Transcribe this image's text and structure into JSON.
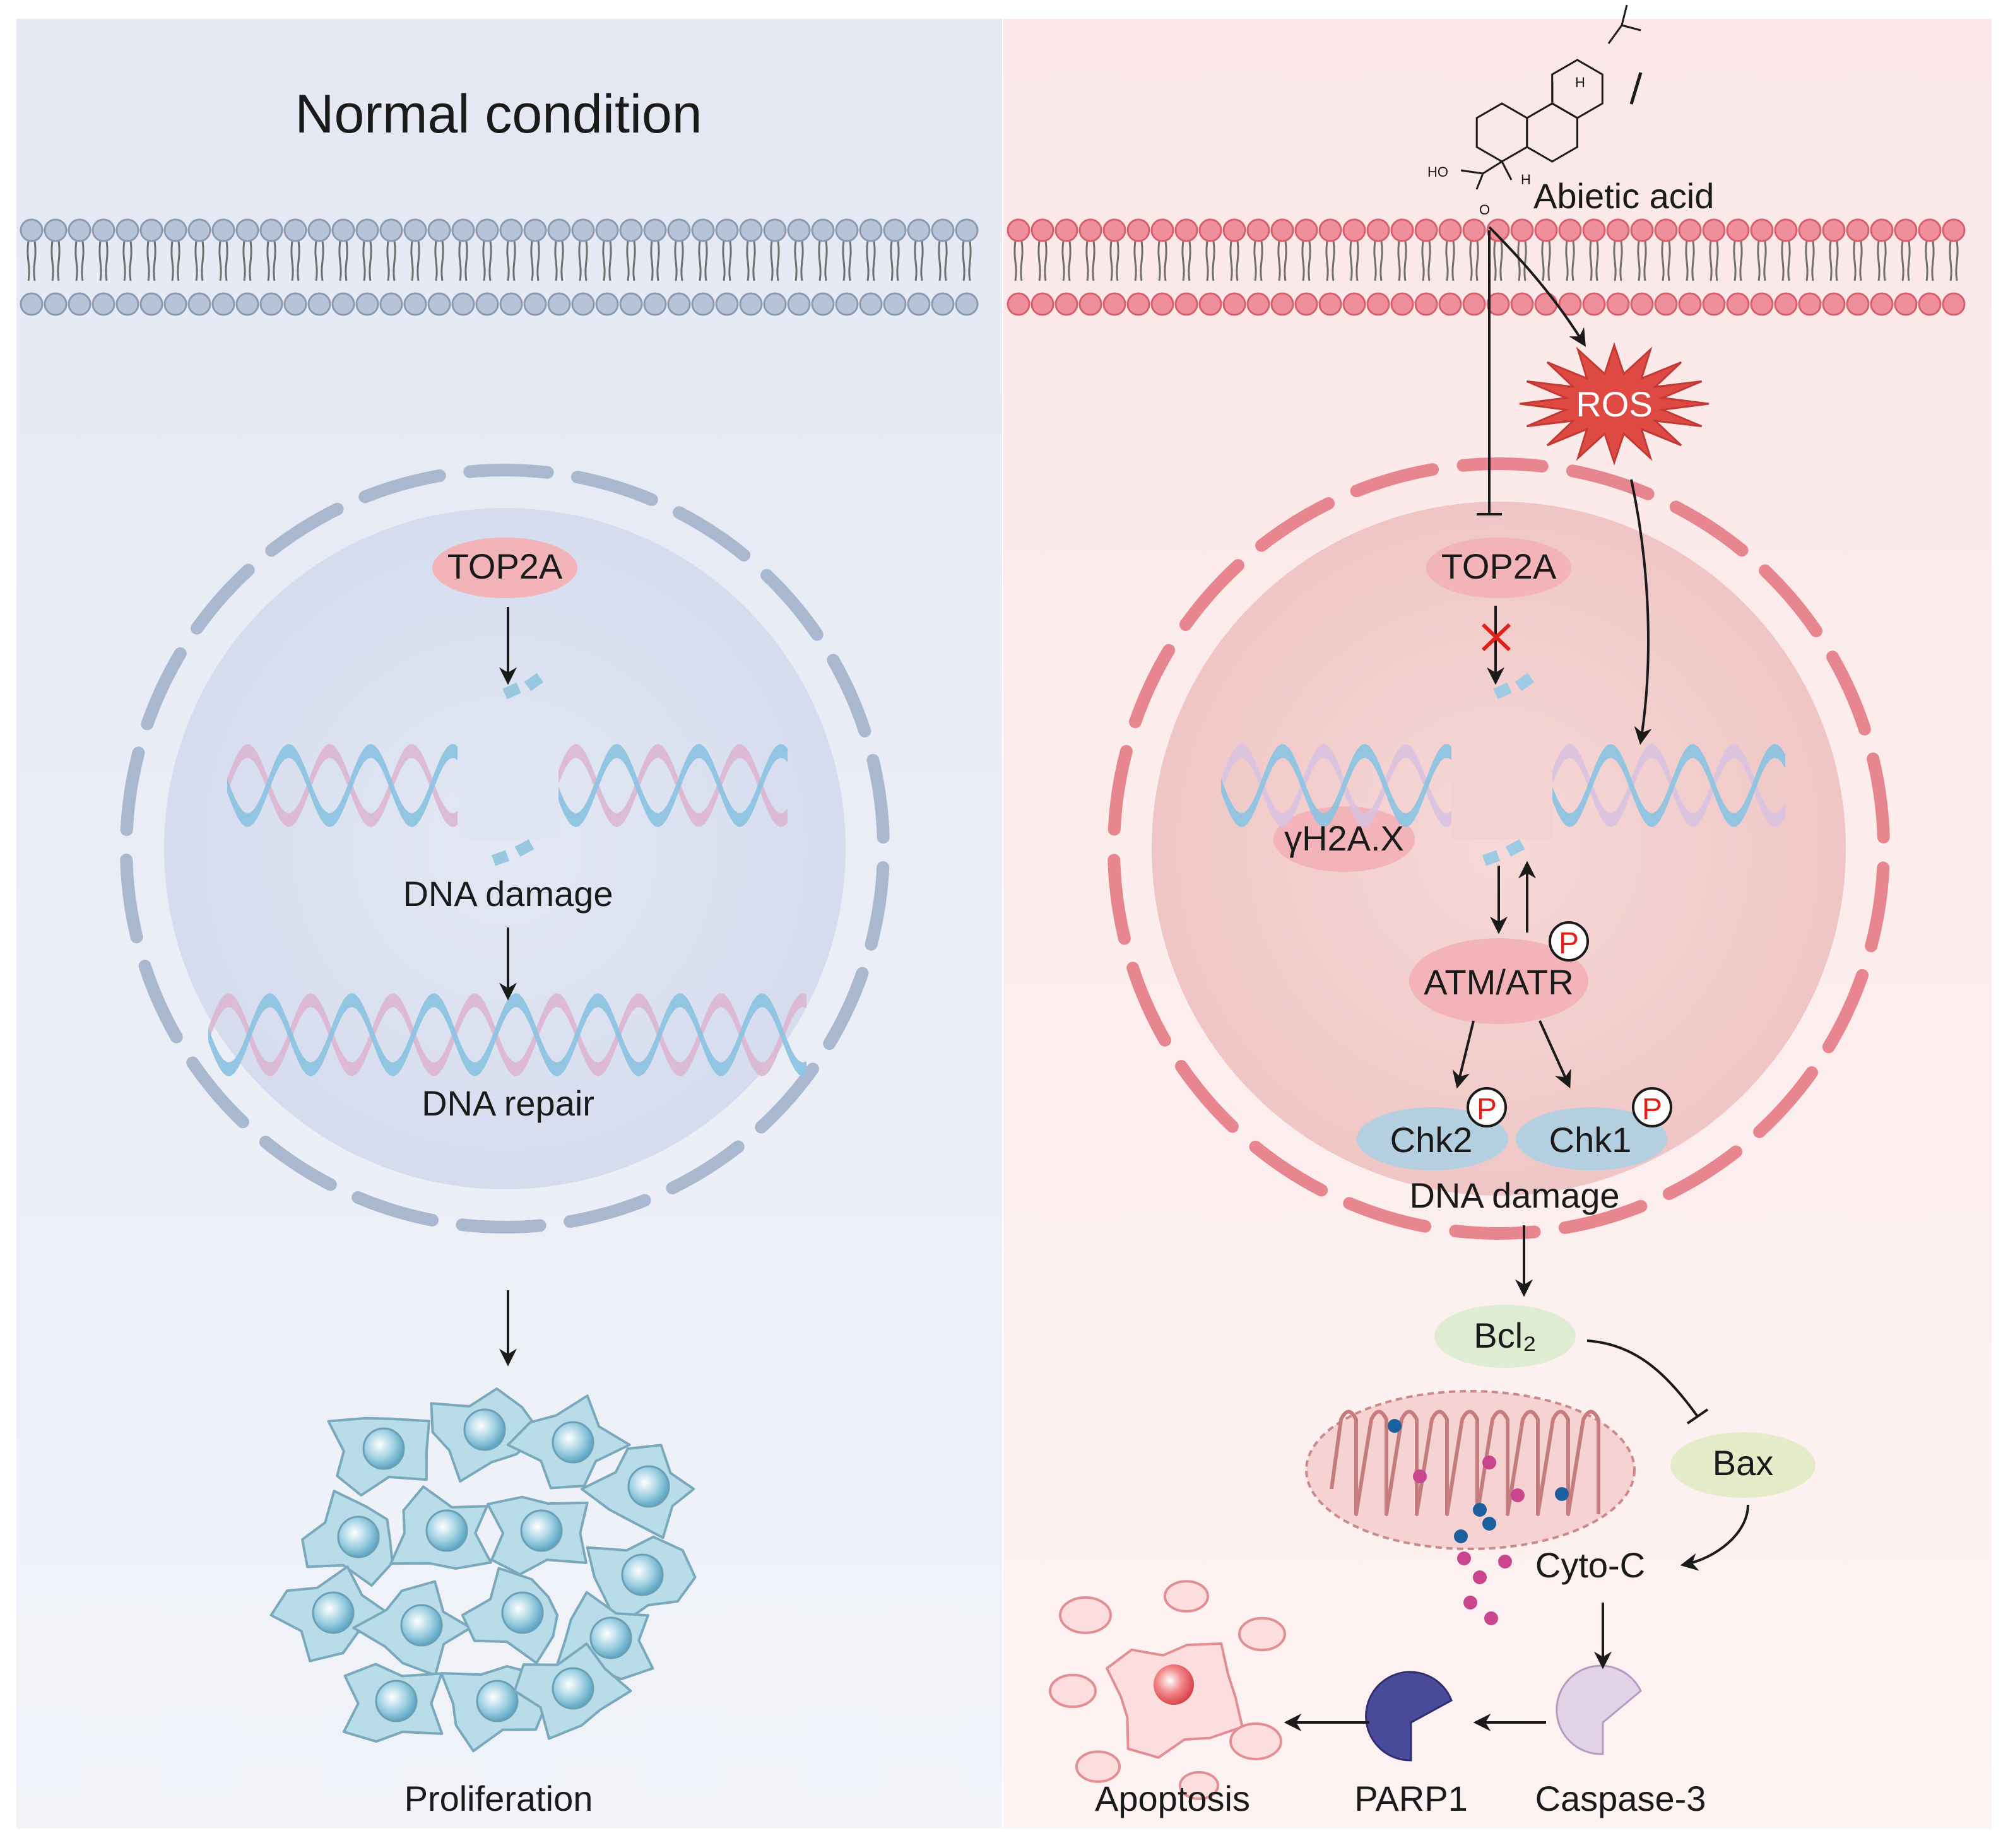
{
  "left_panel": {
    "title": "Normal condition",
    "top2a": "TOP2A",
    "dna_damage": "DNA damage",
    "dna_repair": "DNA repair",
    "proliferation": "Proliferation"
  },
  "right_panel": {
    "compound": "Abietic acid",
    "chem_h_top": "H",
    "chem_h_bottom": "H",
    "chem_ho": "HO",
    "chem_o": "O",
    "ros": "ROS",
    "top2a": "TOP2A",
    "gh2ax": "γH2A.X",
    "atm_atr": "ATM/ATR",
    "phospho": "P",
    "chk2": "Chk2",
    "chk1": "Chk1",
    "dna_damage": "DNA damage",
    "bcl2": "Bcl₂",
    "bax": "Bax",
    "cyto_c": "Cyto-C",
    "caspase3": "Caspase-3",
    "parp1": "PARP1",
    "apoptosis": "Apoptosis"
  },
  "colors": {
    "left_bg": "#e6eaf4",
    "right_bg": "#fbe9ea",
    "left_membrane": "#b7c4d8",
    "right_membrane": "#ef8f9b",
    "protein_pink": "#f2b3b9",
    "protein_blue": "#b3cfe0",
    "protein_green": "#deecd2",
    "ros_red": "#de4a43",
    "dna_blue": "#8dc3e0",
    "dna_pink": "#dcb6d2",
    "parp_purple": "#4a4a9a",
    "caspase_lilac": "#e3d3e6",
    "phospho_red": "#e0201b"
  }
}
